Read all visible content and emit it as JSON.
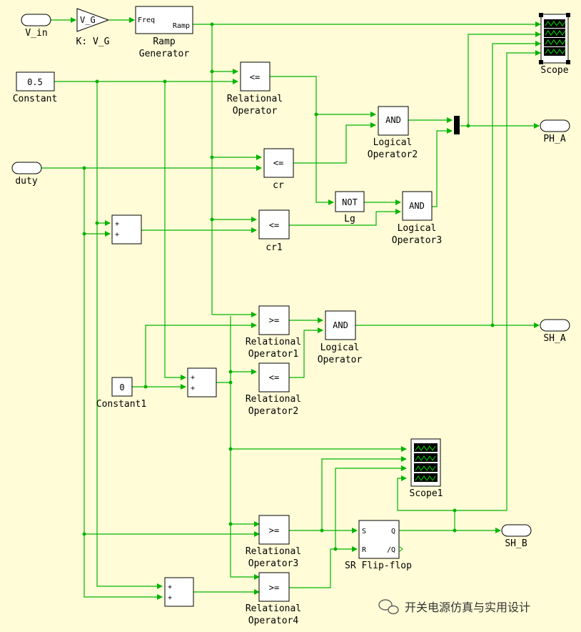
{
  "diagram": {
    "ports_in": {
      "v_in": "V_in",
      "duty": "duty"
    },
    "ports_out": {
      "ph_a": "PH_A",
      "sh_a": "SH_A",
      "sh_b": "SH_B"
    },
    "gain": {
      "text": "V_G",
      "label": "K: V_G"
    },
    "ramp": {
      "in": "Freq",
      "out": "Ramp",
      "label1": "Ramp",
      "label2": "Generator"
    },
    "constant": {
      "value": "0.5",
      "label": "Constant"
    },
    "constant1": {
      "value": "0",
      "label": "Constant1"
    },
    "relop": {
      "le": "<=",
      "ge": ">="
    },
    "labels": {
      "ro_1": "Relational",
      "ro_2": "Operator",
      "cr": "cr",
      "cr1": "cr1",
      "ro1_1": "Relational",
      "ro1_2": "Operator1",
      "ro2_1": "Relational",
      "ro2_2": "Operator2",
      "ro3_1": "Relational",
      "ro3_2": "Operator3",
      "ro4_1": "Relational",
      "ro4_2": "Operator4",
      "lo_1": "Logical",
      "lo_2": "Operator",
      "lo2_1": "Logical",
      "lo2_2": "Operator2",
      "lo3_1": "Logical",
      "lo3_2": "Operator3",
      "lg": "Lg",
      "scope": "Scope",
      "scope1": "Scope1"
    },
    "logic": {
      "and": "AND",
      "not": "NOT"
    },
    "sum": {
      "plus": "+"
    },
    "flipflop": {
      "s": "S",
      "r": "R",
      "q": "Q",
      "nq": "/Q",
      "label": "SR Flip-flop"
    },
    "watermark": "开关电源仿真与实用设计"
  }
}
